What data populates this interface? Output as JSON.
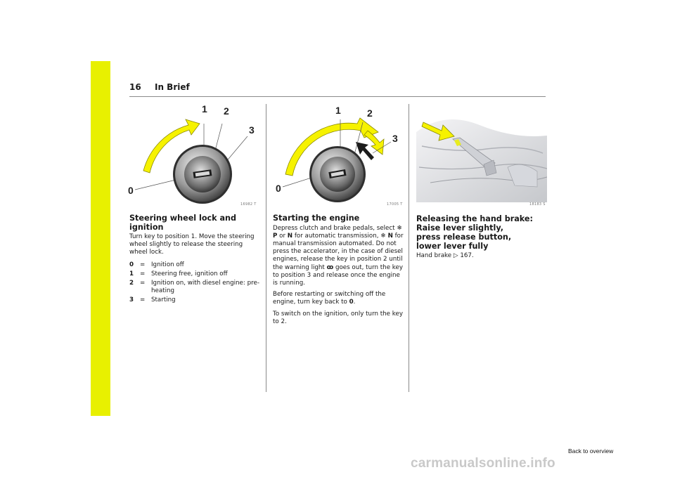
{
  "header": {
    "page_number": "16",
    "section_title": "In Brief"
  },
  "colors": {
    "accent_yellow": "#e8f000",
    "arrow_yellow": "#f6f200"
  },
  "figures": {
    "ignition": {
      "code": "16982 T",
      "labels": [
        "0",
        "1",
        "2",
        "3"
      ]
    },
    "starting": {
      "code": "17005 T",
      "labels": [
        "0",
        "1",
        "2",
        "3"
      ]
    },
    "hand_brake": {
      "code": "18183 S"
    }
  },
  "col1": {
    "heading": "Steering wheel lock and ignition",
    "body": "Turn key to position 1. Move the steering wheel slightly to release the steering wheel lock.",
    "definitions": [
      {
        "key": "0",
        "eq": "=",
        "value": "Ignition off"
      },
      {
        "key": "1",
        "eq": "=",
        "value": "Steering free, ignition off"
      },
      {
        "key": "2",
        "eq": "=",
        "value": "Ignition on, with diesel engine: pre-heating"
      },
      {
        "key": "3",
        "eq": "=",
        "value": "Starting"
      }
    ]
  },
  "col2": {
    "heading": "Starting the engine",
    "p1": {
      "t1": "Depress clutch and brake pedals, select ",
      "sym1": "❄",
      "t2a": "P",
      "t2": " or ",
      "t3": "N",
      "t4": " for automatic transmission, ",
      "sym2": "❄",
      "t5": " N",
      "t6": " for manual transmission automated. Do not press the accelerator, in the case of diesel engines, release the key in position 2 until the warning light ",
      "sym3": "ꝏ",
      "t7": " goes out, turn the key to position 3 and release once the engine is running."
    },
    "p2_text": "Before restarting or switching off the engine, turn key back to ",
    "p2_bold": "0",
    "p2_end": ".",
    "p3": "To switch on the ignition, only turn the key to 2."
  },
  "col3": {
    "heading_lines": [
      "Releasing the hand brake:",
      "Raise lever slightly,",
      "press release button,",
      "lower lever fully"
    ],
    "ref_text": "Hand brake ",
    "ref_icon": "▷",
    "ref_page": " 167."
  },
  "footer": {
    "back_link": "Back to overview",
    "watermark": "carmanualsonline.info"
  }
}
